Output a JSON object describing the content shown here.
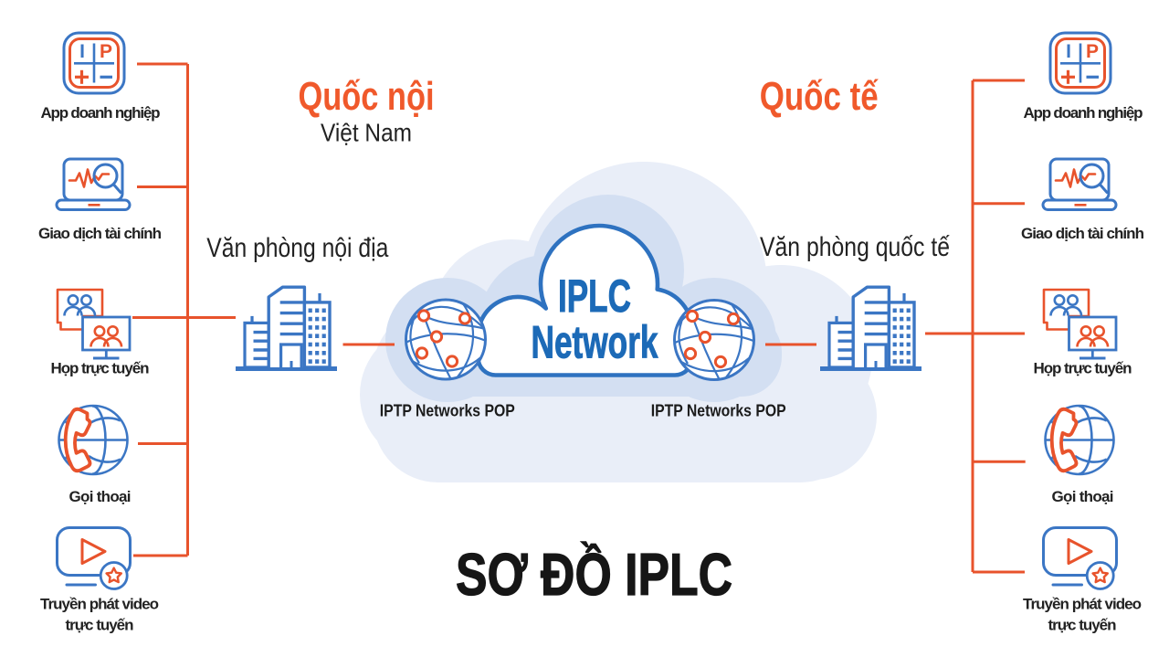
{
  "diagram_title": "SƠ ĐỒ IPLC",
  "colors": {
    "orange": "#E8532C",
    "blue": "#3B76C4",
    "heading_orange": "#F0592B",
    "network_blue": "#1C6AB7",
    "text_dark": "#222222",
    "cloud_outer": "#E9EEF8",
    "cloud_mid": "#D3DFF2",
    "cloud_core_fill": "#FFFFFF",
    "cloud_core_stroke": "#2E72C0"
  },
  "cloud": {
    "line1": "IPLC",
    "line2": "Network"
  },
  "left": {
    "heading": "Quốc nội",
    "subheading": "Việt Nam",
    "office_label": "Văn phòng nội địa",
    "pop_label": "IPTP Networks POP"
  },
  "right": {
    "heading": "Quốc tế",
    "office_label": "Văn phòng quốc tế",
    "pop_label": "IPTP Networks POP"
  },
  "services": [
    {
      "label": "App doanh nghiệp"
    },
    {
      "label": "Giao dịch tài chính"
    },
    {
      "label": "Họp trực tuyến"
    },
    {
      "label": "Gọi thoại"
    },
    {
      "label": "Truyền phát video",
      "label2": "trực tuyến"
    }
  ],
  "ip_badge": {
    "top_left": "I",
    "top_right": "P"
  }
}
